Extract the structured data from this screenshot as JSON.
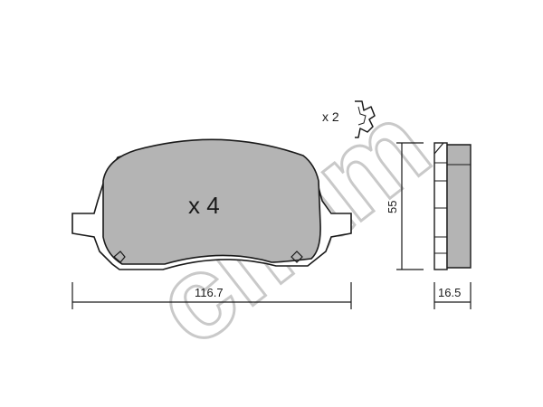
{
  "watermark": {
    "text": "cifam"
  },
  "pad": {
    "quantity_label": "x 4",
    "width_value": "116.7",
    "height_value": "55",
    "thickness_value": "16.5",
    "fill_color": "#b4b4b4"
  },
  "clip": {
    "quantity_label": "x 2"
  }
}
